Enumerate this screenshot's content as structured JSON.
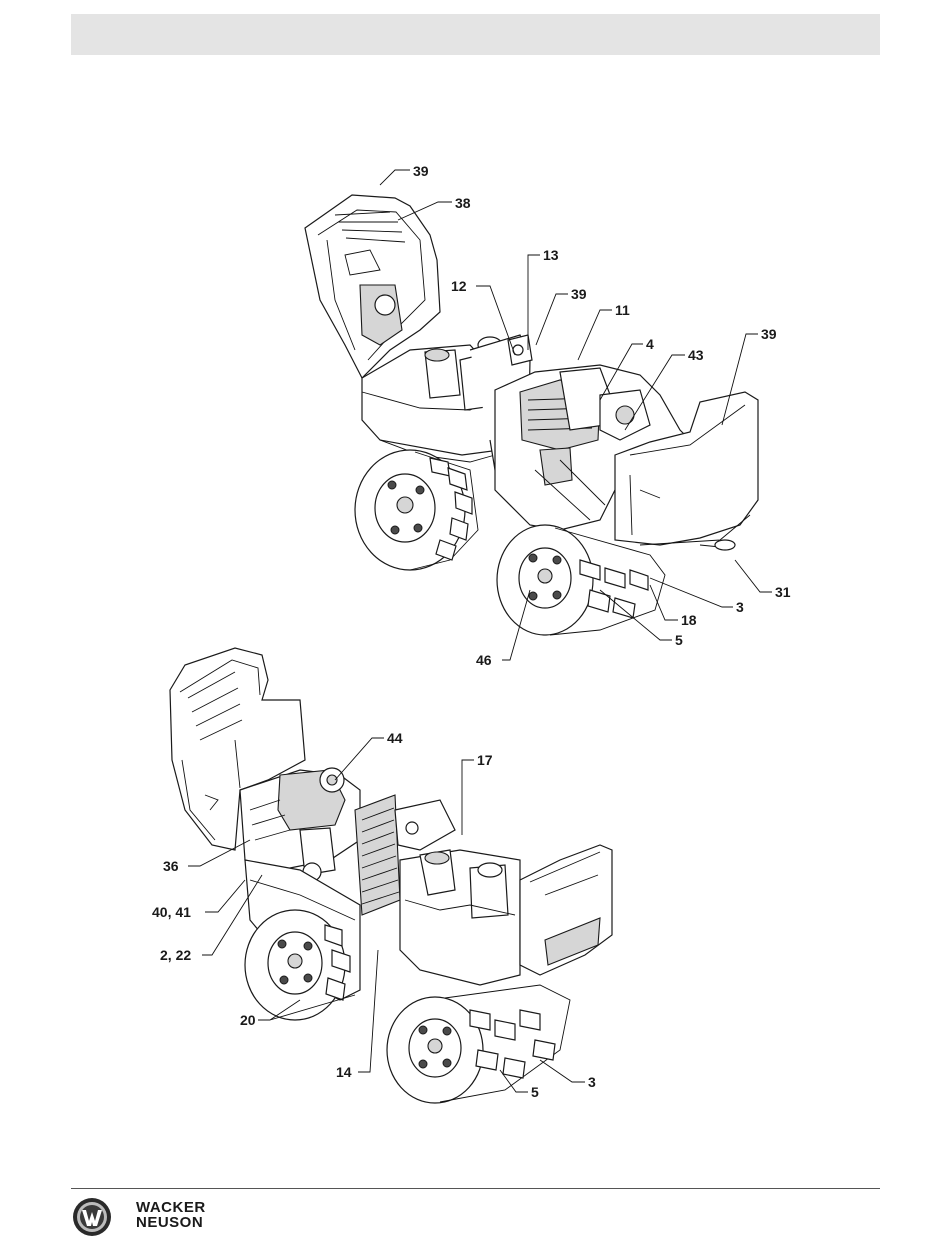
{
  "brand": {
    "line1": "WACKER",
    "line2": "NEUSON",
    "logo_icon": "wacker-neuson-w-icon"
  },
  "callouts": {
    "top": {
      "c39a": "39",
      "c38": "38",
      "c13": "13",
      "c12": "12",
      "c39b": "39",
      "c11": "11",
      "c4": "4",
      "c43": "43",
      "c39c": "39",
      "c31": "31",
      "c3": "3",
      "c18": "18",
      "c5": "5",
      "c46": "46"
    },
    "bottom": {
      "c44": "44",
      "c17": "17",
      "c36": "36",
      "c4041": "40, 41",
      "c222": "2, 22",
      "c20": "20",
      "c14": "14",
      "c5": "5",
      "c3": "3"
    }
  },
  "colors": {
    "header_bar": "#e4e4e4",
    "line_art": "#1a1a1a"
  }
}
